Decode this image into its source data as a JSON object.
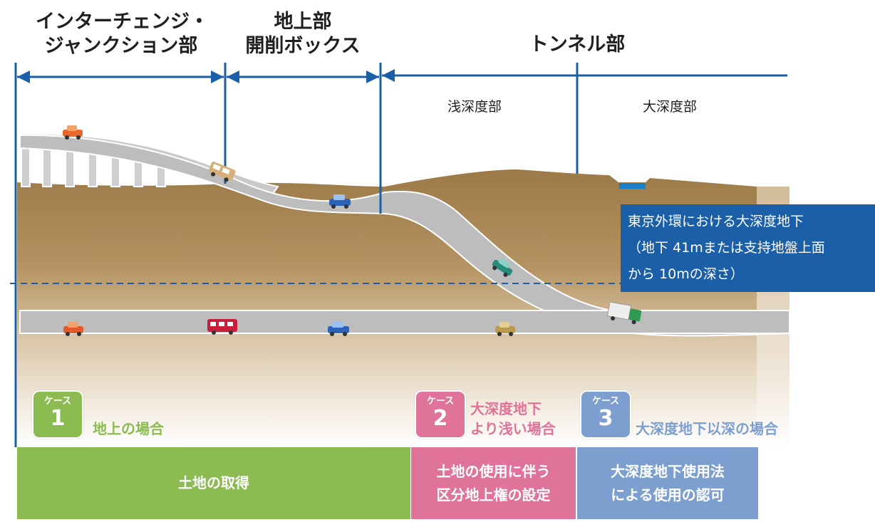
{
  "sections": {
    "interchange": [
      "インターチェンジ・",
      "ジャンクション部"
    ],
    "surface_box": [
      "地上部",
      "開削ボックス"
    ],
    "tunnel": "トンネル部"
  },
  "subsections": {
    "shallow": "浅深度部",
    "deep": "大深度部"
  },
  "callout": [
    "東京外環における大深度地下",
    "（地下 41mまたは支持地盤上面",
    "から 10mの深さ）"
  ],
  "cases": [
    {
      "word": "ケース",
      "number": "1",
      "text": [
        "地上の場合"
      ],
      "color": "#8bbb51"
    },
    {
      "word": "ケース",
      "number": "2",
      "text": [
        "大深度地下",
        "より浅い場合"
      ],
      "color": "#e07399"
    },
    {
      "word": "ケース",
      "number": "3",
      "text": [
        "大深度地下以深の場合"
      ],
      "color": "#7d9fd0"
    }
  ],
  "bars": [
    {
      "text": [
        "土地の取得"
      ],
      "color": "#8bbb51"
    },
    {
      "text": [
        "土地の使用に伴う",
        "区分地上権の設定"
      ],
      "color": "#e07399"
    },
    {
      "text": [
        "大深度地下使用法",
        "による使用の認可"
      ],
      "color": "#7d9fd0"
    }
  ],
  "colors": {
    "line_blue": "#1a5fa7",
    "soil_top": "#9b7a47",
    "road": "#bdbdbd"
  }
}
